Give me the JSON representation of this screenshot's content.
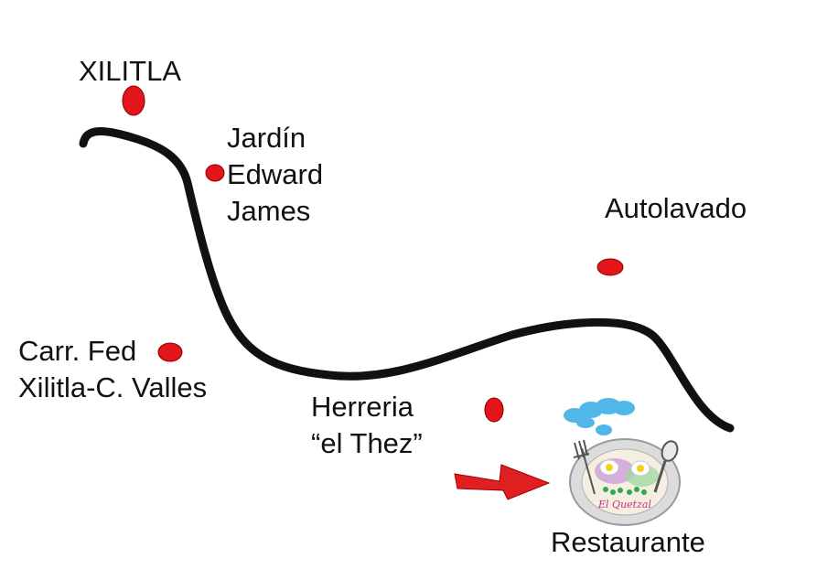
{
  "labels": {
    "xilitla": "XILITLA",
    "jardin": [
      "Jardín",
      "Edward",
      "James"
    ],
    "autolavado": "Autolavado",
    "carr": [
      "Carr. Fed",
      "Xilitla-C. Valles"
    ],
    "herreria": [
      "Herreria",
      "“el Thez”"
    ],
    "restaurante": "Restaurante"
  },
  "logo": {
    "text": "El Quetzal"
  },
  "colors": {
    "marker": "#e4141b",
    "road": "#111111",
    "arrow": "#e02020",
    "cloud": "#4fb8e8",
    "plate": "#dcdcdc"
  },
  "icons": [
    "location-marker",
    "road-line",
    "arrow-icon",
    "restaurant-logo-icon"
  ]
}
